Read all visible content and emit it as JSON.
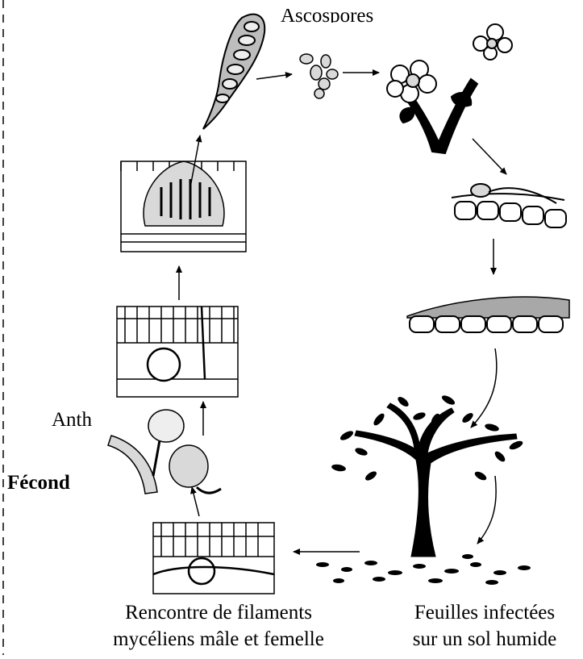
{
  "labels": {
    "ascospores": "Ascospores",
    "anth": "Anth",
    "fecond": "Fécond",
    "rencontre_line1": "Rencontre de filaments",
    "rencontre_line2": "mycéliens mâle et femelle",
    "feuilles_line1": "Feuilles infectées",
    "feuilles_line2": "sur un sol humide"
  },
  "colors": {
    "ink": "#000000",
    "stage_fill": "#ffffff",
    "shade_light": "#d9d9d9",
    "shade_mid": "#a8a8a8",
    "shade_dark": "#7a7a7a"
  }
}
